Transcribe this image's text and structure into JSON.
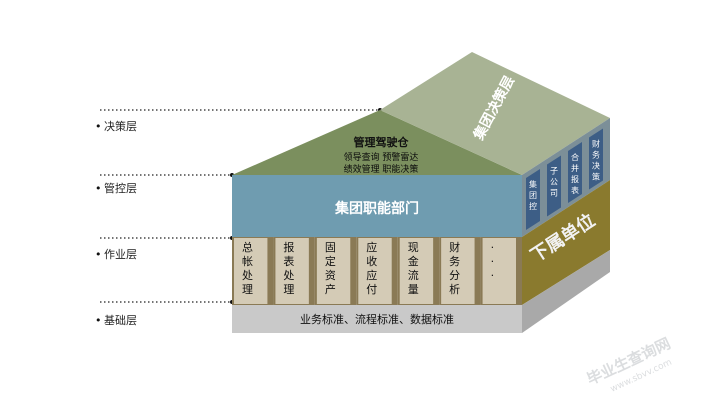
{
  "layers": [
    {
      "label": "决策层"
    },
    {
      "label": "管控层"
    },
    {
      "label": "作业层"
    },
    {
      "label": "基础层"
    }
  ],
  "roof": {
    "front_title": "管理驾驶仓",
    "front_lines": [
      "领导查询 预警雷达",
      "绩效管理 职能决策"
    ],
    "side_title": "集团决策层"
  },
  "functional_band": {
    "label": "集团职能部门"
  },
  "modules": [
    {
      "name": "总帐处理",
      "chars": [
        "总",
        "帐",
        "处",
        "理"
      ]
    },
    {
      "name": "报表处理",
      "chars": [
        "报",
        "表",
        "处",
        "理"
      ]
    },
    {
      "name": "固定资产",
      "chars": [
        "固",
        "定",
        "资",
        "产"
      ]
    },
    {
      "name": "应收应付",
      "chars": [
        "应",
        "收",
        "应",
        "付"
      ]
    },
    {
      "name": "现金流量",
      "chars": [
        "现",
        "金",
        "流",
        "量"
      ]
    },
    {
      "name": "财务分析",
      "chars": [
        "财",
        "务",
        "分",
        "析"
      ]
    },
    {
      "name": "more",
      "chars": [
        "·",
        "·",
        "·"
      ]
    }
  ],
  "base_strip": {
    "label": "业务标准、流程标准、数据标准"
  },
  "side": {
    "unit_label": "下属单位",
    "columns": [
      {
        "chars": [
          "集",
          "团",
          "控"
        ]
      },
      {
        "chars": [
          "子",
          "公",
          "司"
        ]
      },
      {
        "chars": [
          "合",
          "并",
          "报",
          "表"
        ]
      },
      {
        "chars": [
          "财",
          "务",
          "决",
          "策"
        ]
      }
    ]
  },
  "watermark": {
    "line1": "毕业生查询网",
    "line2": "www.sbvv.com"
  },
  "colors": {
    "roof_front": "#7b8f5e",
    "roof_side": "#a8b394",
    "band_front": "#6f9cb0",
    "band_side": "#7c8f98",
    "module_front": "#d4cbb6",
    "module_dark": "#8a7a55",
    "module_side": "#8a7a2e",
    "base_front": "#c9c9c9",
    "base_side": "#a9a9a9"
  }
}
